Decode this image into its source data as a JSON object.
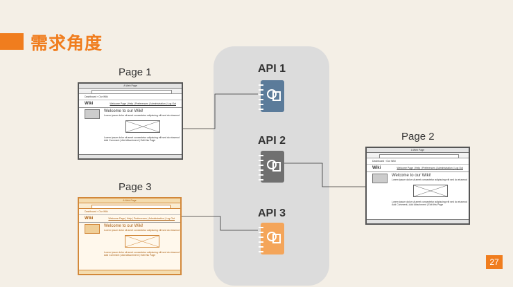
{
  "slide": {
    "title": "需求角度",
    "page_number": "27",
    "accent_color": "#f07d1e"
  },
  "apis": [
    {
      "label": "API 1",
      "color": "#5b7b9a",
      "icon": "notebook-icon"
    },
    {
      "label": "API 2",
      "color": "#707070",
      "icon": "notebook-icon"
    },
    {
      "label": "API 3",
      "color": "#f4a55a",
      "icon": "notebook-icon"
    }
  ],
  "pages": [
    {
      "label": "Page 1",
      "style": "gray"
    },
    {
      "label": "Page 2",
      "style": "gray"
    },
    {
      "label": "Page 3",
      "style": "orange"
    }
  ],
  "mockup": {
    "window_title": "A Web Page",
    "site_name": "Wiki",
    "nav": "Welcome Page | Help | Preferences | Administration | Log Out",
    "welcome": "Welcome to our Wiki!",
    "body_line": "Lorem ipsum dolor sit amet consectetur adipiscing elit sed do eiusmod",
    "footer_links": "Add Comment | Add Attachment | Edit this Page"
  }
}
